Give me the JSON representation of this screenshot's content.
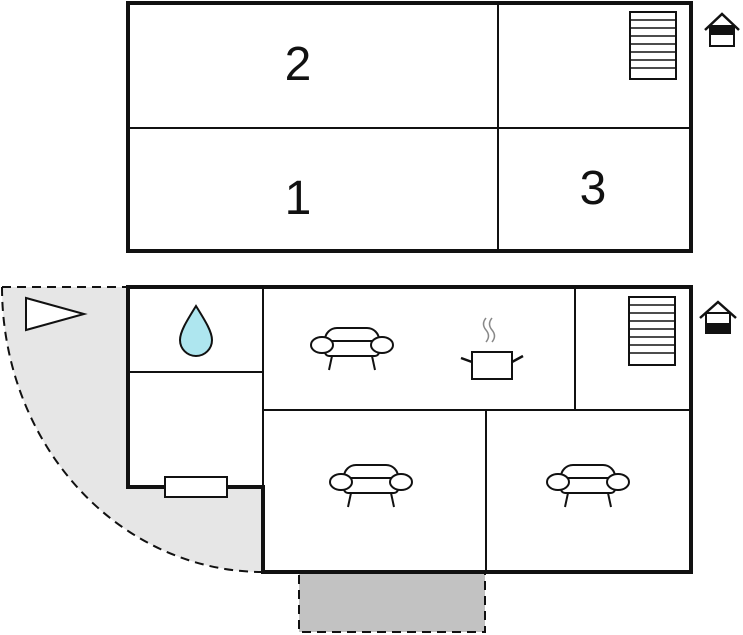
{
  "floors": [
    {
      "name": "upper-floor",
      "rooms": [
        {
          "number": "2"
        },
        {
          "number": "1"
        },
        {
          "number": "3"
        }
      ]
    },
    {
      "name": "ground-floor"
    }
  ],
  "icons": {
    "floor_indicator_upper": "house-upper-floor-icon",
    "floor_indicator_ground": "house-ground-floor-icon",
    "stairs": "stairs-icon",
    "water": "water-drop-icon",
    "sofa": "sofa-icon",
    "cooking": "cooking-pot-icon",
    "radiator": "radiator-icon",
    "compass": "direction-triangle-icon"
  },
  "colors": {
    "terrace": "#e6e6e6",
    "entrance": "#c2c2c2",
    "water": "#aee6ef"
  }
}
